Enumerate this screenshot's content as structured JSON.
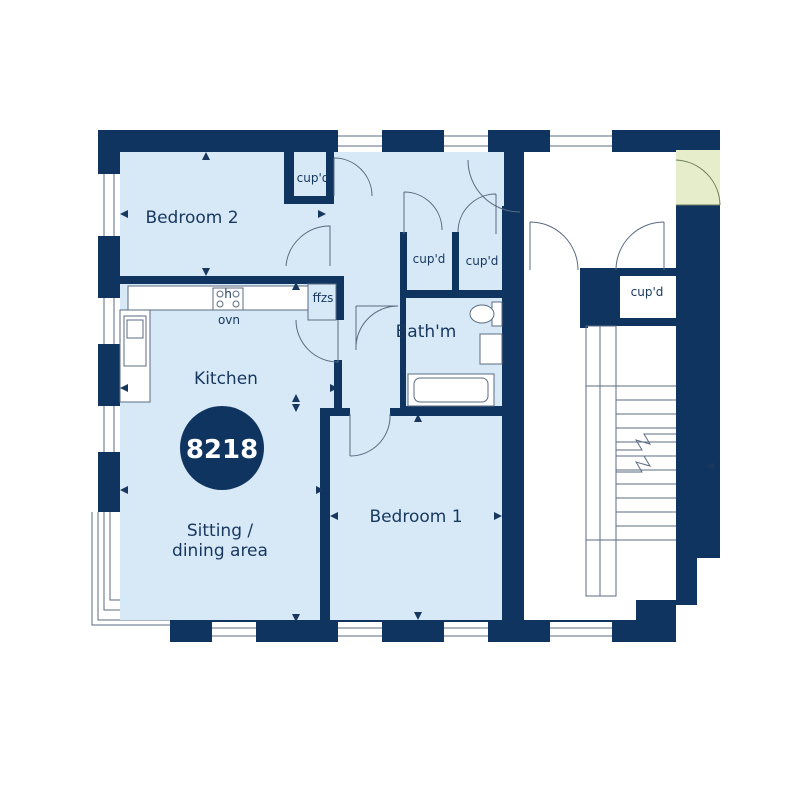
{
  "unit": {
    "number": "8218"
  },
  "rooms": {
    "bedroom2": "Bedroom 2",
    "kitchen": "Kitchen",
    "sitting_line1": "Sitting /",
    "sitting_line2": "dining area",
    "bathroom": "Bath'm",
    "bedroom1": "Bedroom 1"
  },
  "labels": {
    "cupd_a": "cup'd",
    "cupd_b": "cup'd",
    "cupd_c": "cup'd",
    "cupd_d": "cup'd",
    "ffzs": "ffzs",
    "oven": "ovn",
    "hob": "h"
  },
  "colors": {
    "wall": "#0f3460",
    "room_fill": "#d7e9f7",
    "neighbour_fill": "#e5edca",
    "line": "#17375e"
  }
}
